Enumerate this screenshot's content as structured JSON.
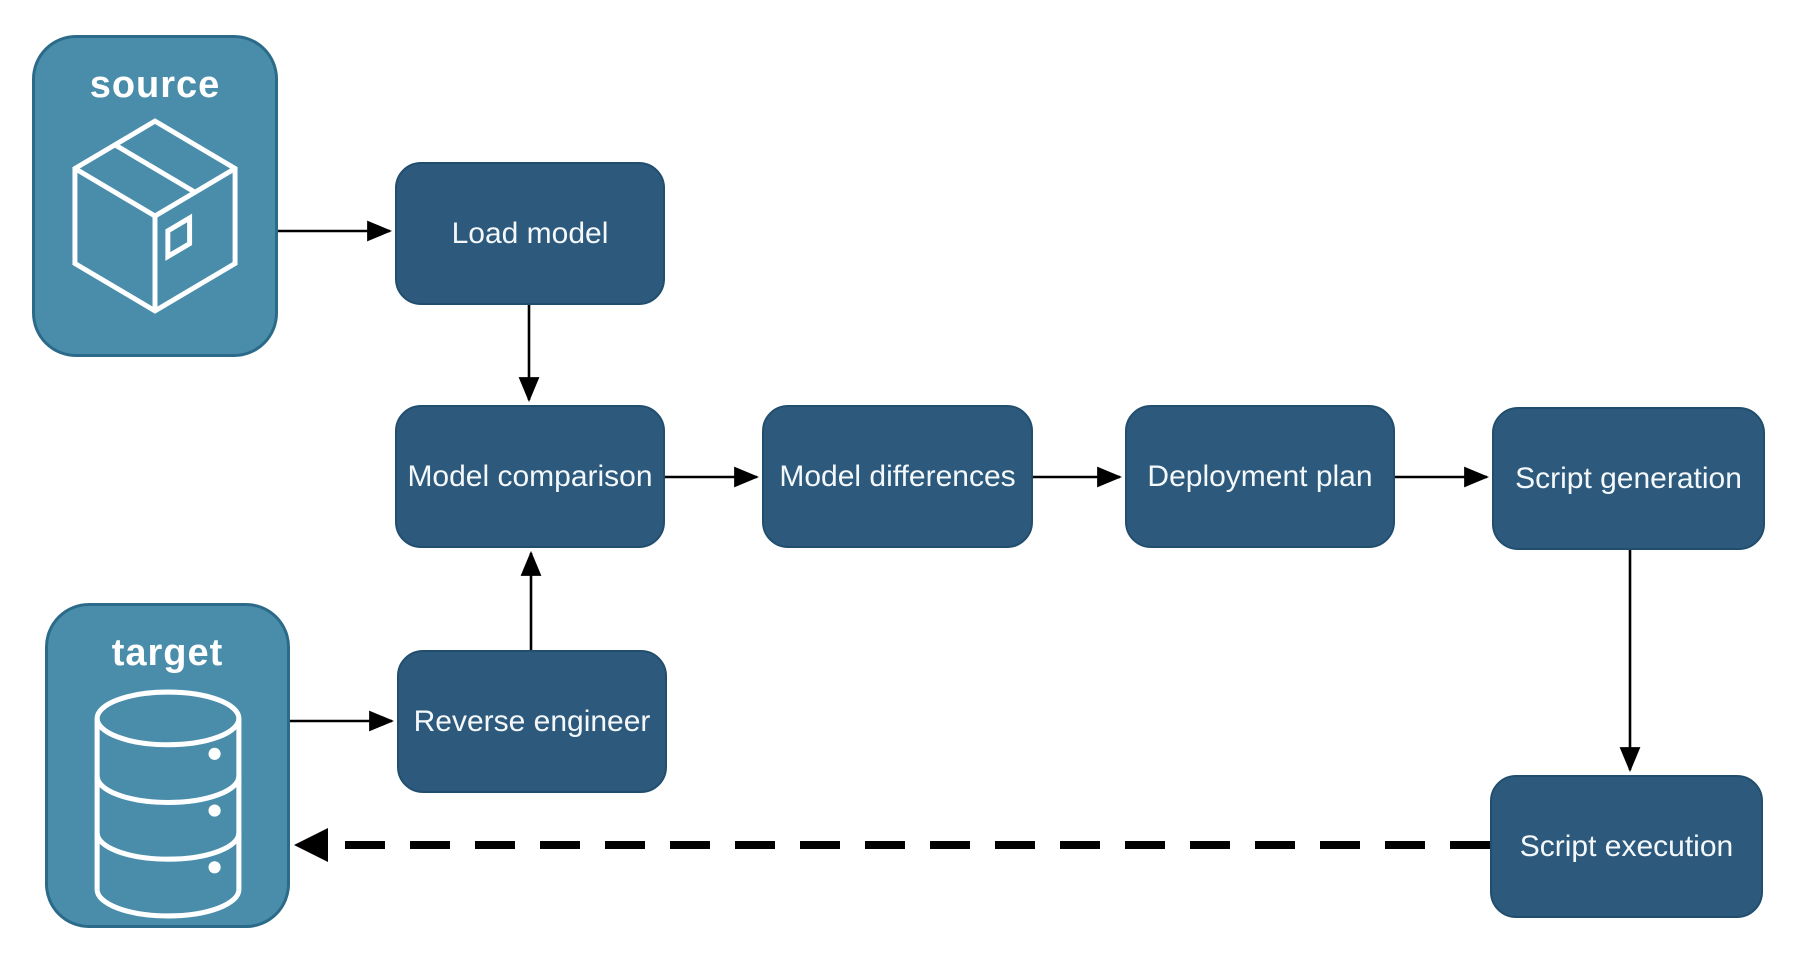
{
  "diagram": {
    "background": "#ffffff",
    "colors": {
      "process_fill": "#2d5a7c",
      "process_border": "#224e6e",
      "process_text": "#f4f8fa",
      "endpoint_fill": "#4a8dab",
      "endpoint_border": "#2b6b89",
      "endpoint_text": "#ffffff",
      "arrow": "#000000",
      "background": "#ffffff"
    },
    "endpoints": {
      "source": {
        "label": "source",
        "icon": "package-icon"
      },
      "target": {
        "label": "target",
        "icon": "database-icon"
      }
    },
    "processes": {
      "load_model": {
        "label": "Load model"
      },
      "model_comparison": {
        "label": "Model comparison"
      },
      "model_differences": {
        "label": "Model differences"
      },
      "deployment_plan": {
        "label": "Deployment plan"
      },
      "script_generation": {
        "label": "Script generation"
      },
      "reverse_engineer": {
        "label": "Reverse engineer"
      },
      "script_execution": {
        "label": "Script execution"
      }
    },
    "edges": [
      {
        "from": "source",
        "to": "load_model",
        "style": "solid"
      },
      {
        "from": "load_model",
        "to": "model_comparison",
        "style": "solid"
      },
      {
        "from": "model_comparison",
        "to": "model_differences",
        "style": "solid"
      },
      {
        "from": "model_differences",
        "to": "deployment_plan",
        "style": "solid"
      },
      {
        "from": "deployment_plan",
        "to": "script_generation",
        "style": "solid"
      },
      {
        "from": "script_generation",
        "to": "script_execution",
        "style": "solid"
      },
      {
        "from": "target",
        "to": "reverse_engineer",
        "style": "solid"
      },
      {
        "from": "reverse_engineer",
        "to": "model_comparison",
        "style": "solid"
      },
      {
        "from": "script_execution",
        "to": "target",
        "style": "dashed"
      }
    ]
  }
}
